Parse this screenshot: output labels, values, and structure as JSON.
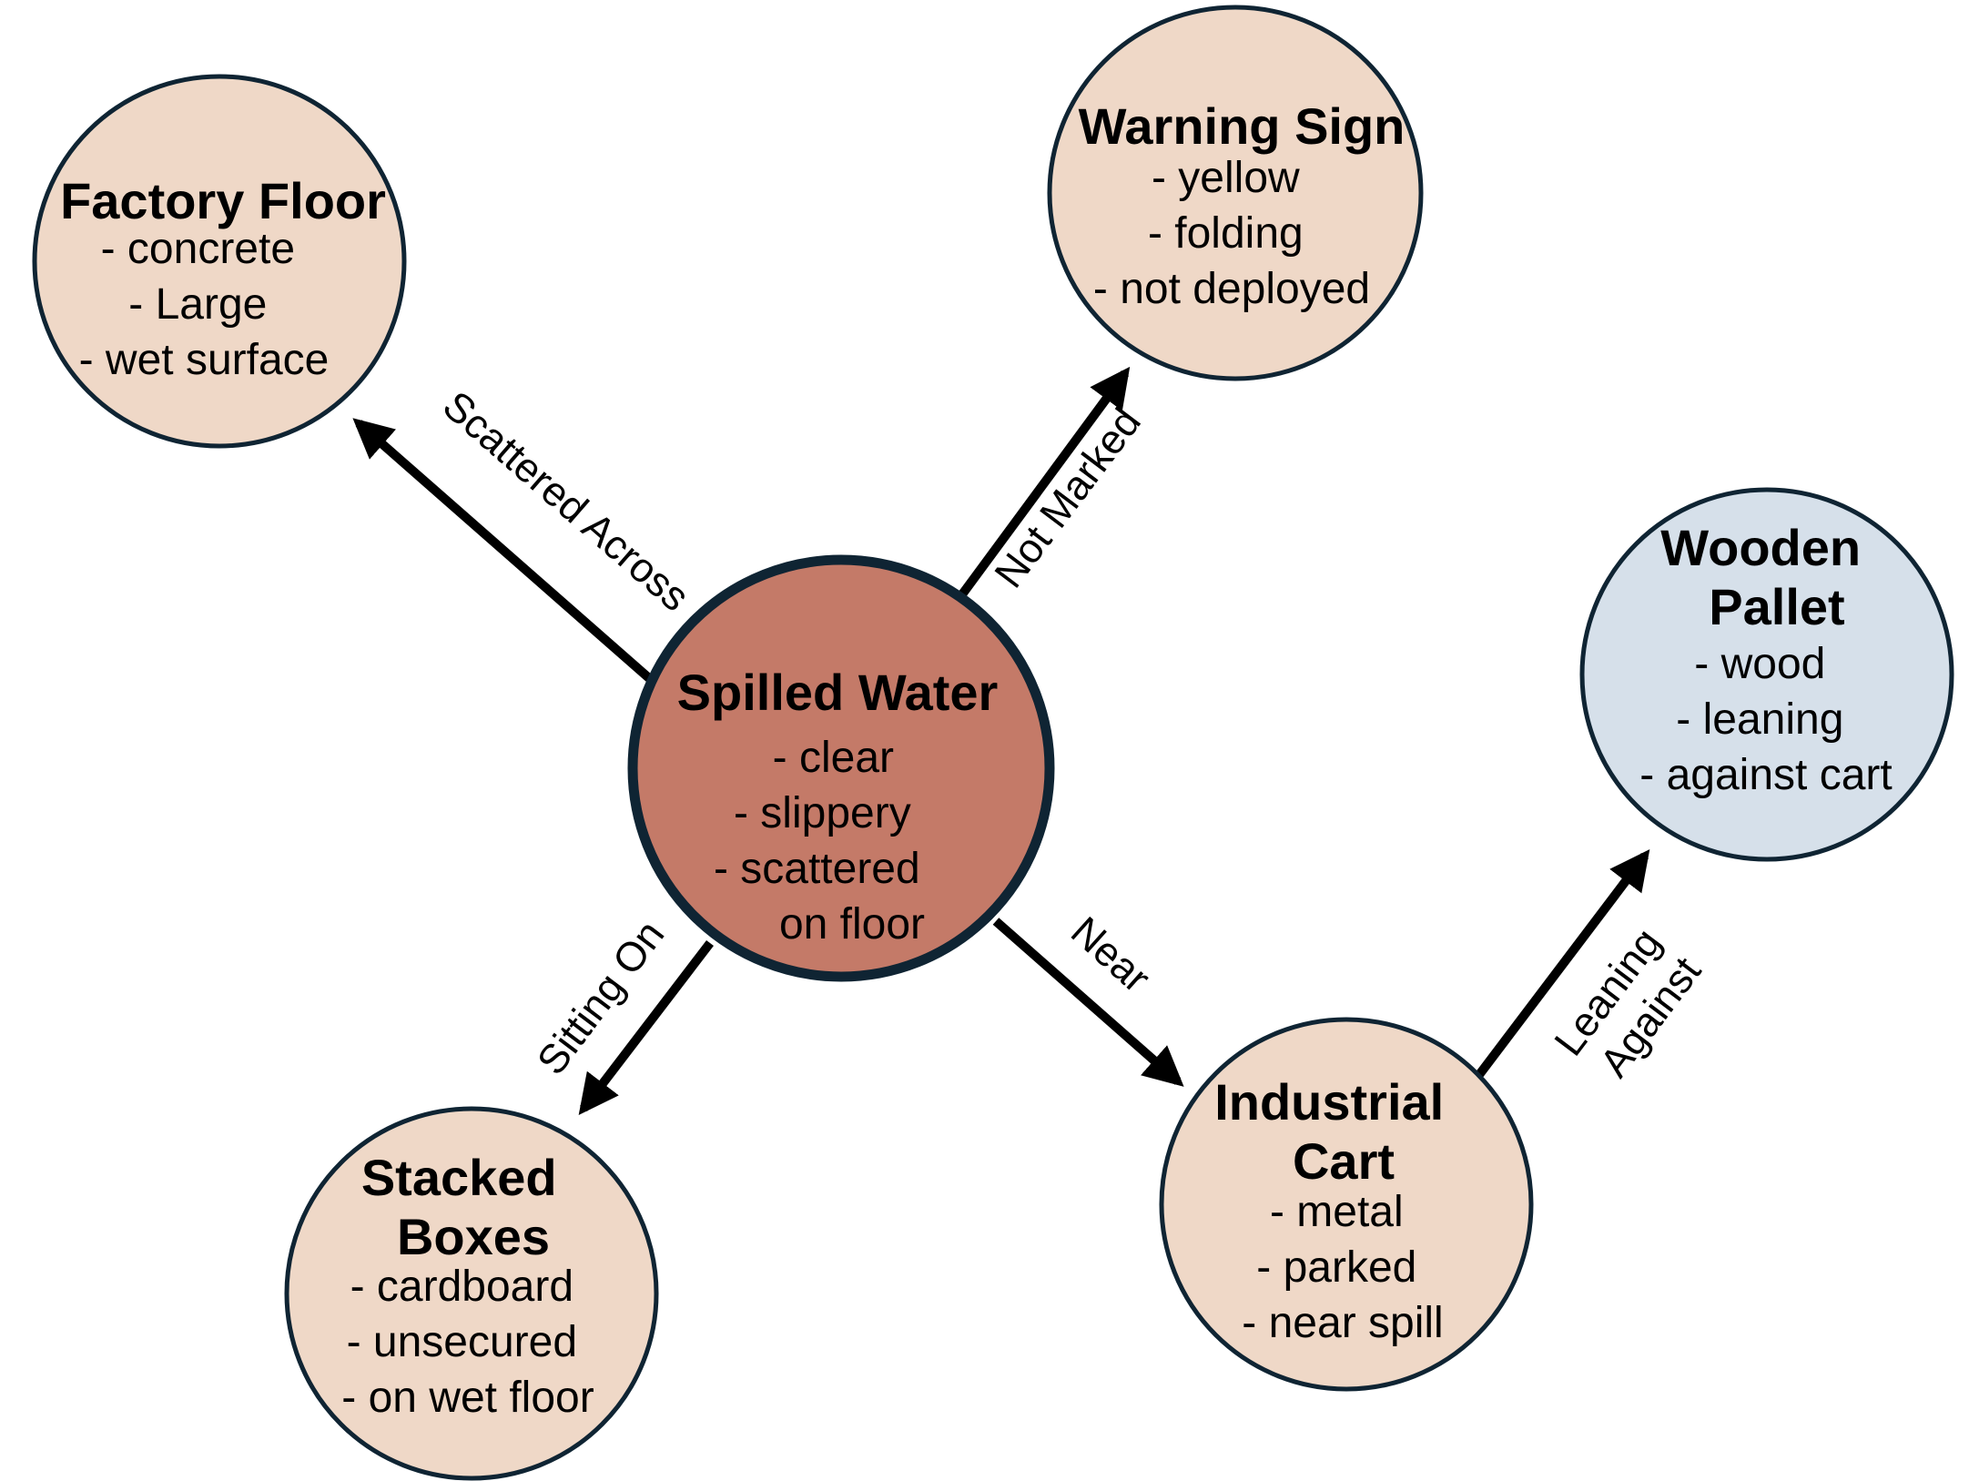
{
  "colors": {
    "node_fill_default": "#efd8c7",
    "node_fill_center": "#c47a68",
    "node_fill_highlight": "#d6e0ea",
    "node_stroke": "#0f2433",
    "edge": "#000000"
  },
  "nodes": {
    "spilled_water": {
      "title": [
        "Spilled Water"
      ],
      "attrs": [
        "- clear",
        "- slippery",
        "- scattered",
        "on floor"
      ]
    },
    "factory_floor": {
      "title": [
        "Factory Floor"
      ],
      "attrs": [
        "- concrete",
        "- Large",
        "- wet surface"
      ]
    },
    "warning_sign": {
      "title": [
        "Warning Sign"
      ],
      "attrs": [
        "- yellow",
        "- folding",
        "- not deployed"
      ]
    },
    "wooden_pallet": {
      "title": [
        "Wooden",
        "Pallet"
      ],
      "attrs": [
        "- wood",
        "- leaning",
        "- against cart"
      ]
    },
    "stacked_boxes": {
      "title": [
        "Stacked",
        "Boxes"
      ],
      "attrs": [
        "- cardboard",
        "- unsecured",
        "- on wet floor"
      ]
    },
    "industrial_cart": {
      "title": [
        "Industrial",
        "Cart"
      ],
      "attrs": [
        "- metal",
        "- parked",
        "- near spill"
      ]
    }
  },
  "edges": {
    "scattered_across": {
      "label": [
        "Scattered Across"
      ]
    },
    "not_marked": {
      "label": [
        "Not Marked"
      ]
    },
    "sitting_on": {
      "label": [
        "Sitting On"
      ]
    },
    "near": {
      "label": [
        "Near"
      ]
    },
    "leaning_against": {
      "label": [
        "Leaning",
        "Against"
      ]
    }
  }
}
